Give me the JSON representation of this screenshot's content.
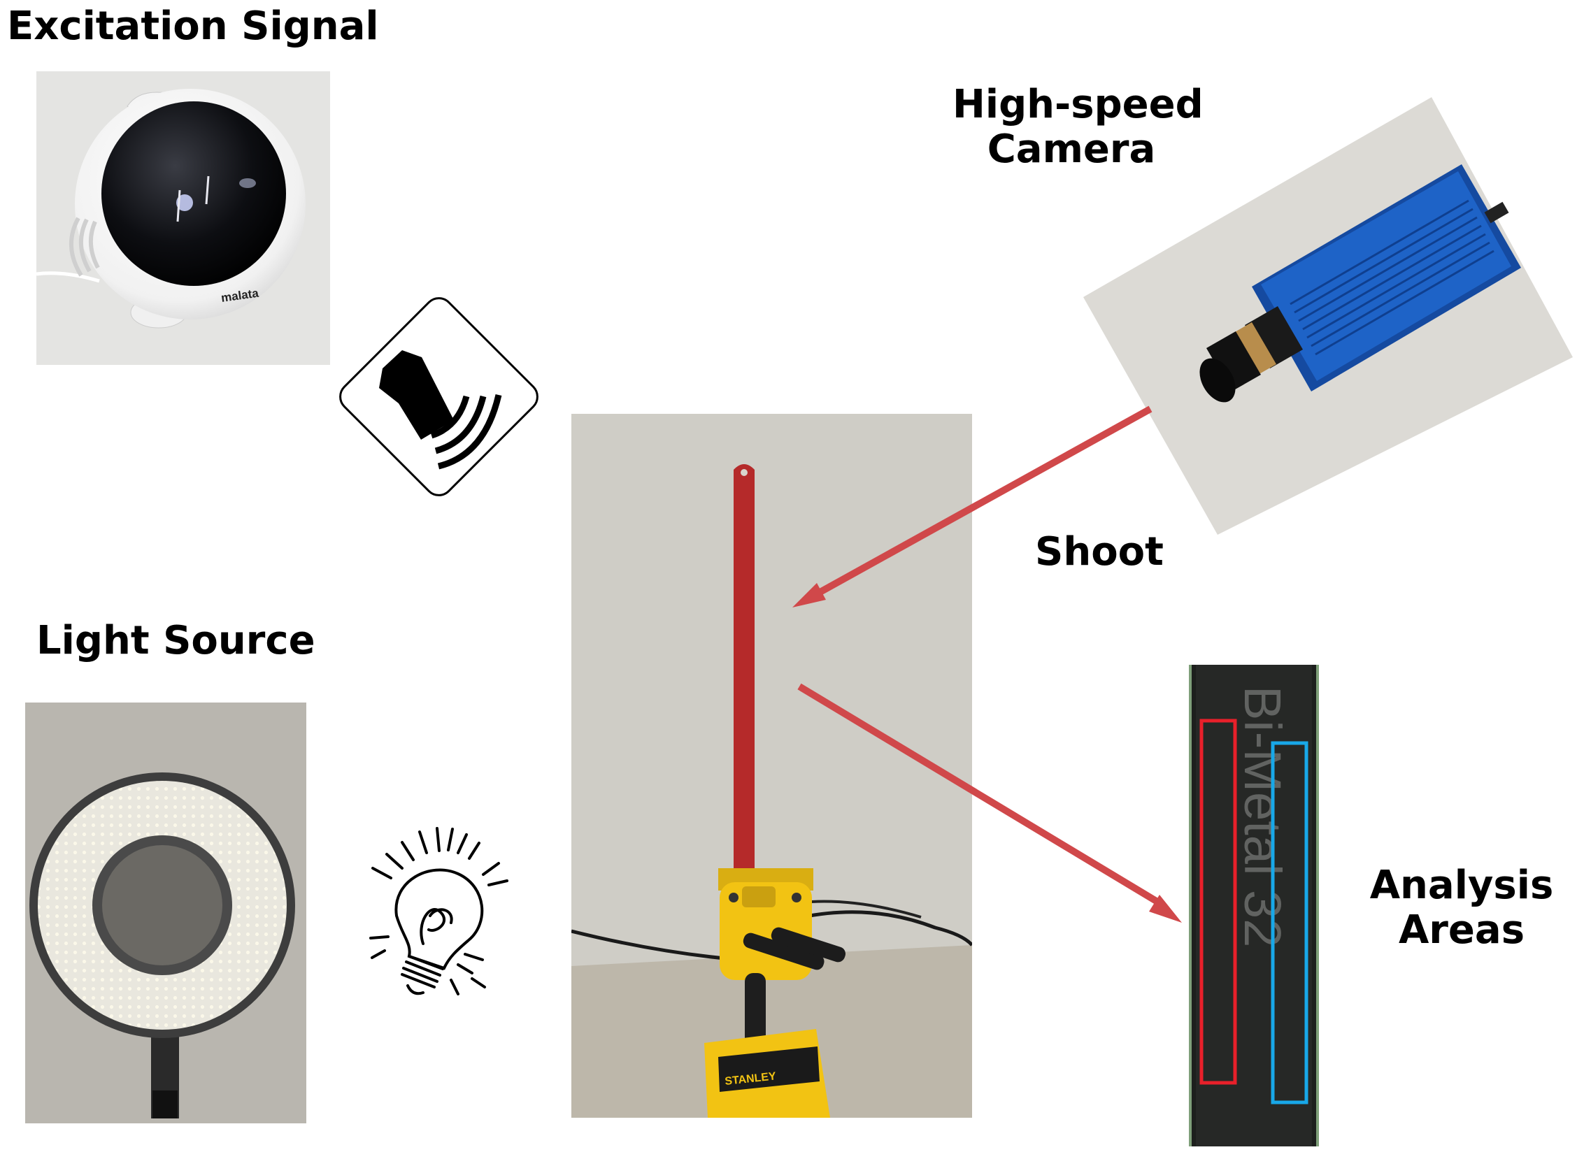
{
  "labels": {
    "excitation_signal": "Excitation Signal",
    "high_speed_camera_line1": "High-speed",
    "high_speed_camera_line2": "Camera",
    "shoot": "Shoot",
    "light_source": "Light Source",
    "analysis_areas_line1": "Analysis",
    "analysis_areas_line2": "Areas"
  },
  "speaker": {
    "brand": "malata"
  },
  "close_up": {
    "engraved_text": "Bi-Metal 32"
  },
  "clamp": {
    "brand": "STANLEY"
  },
  "colors": {
    "arrow": "#d0484a",
    "blade": "#b52a2a",
    "camera_body": "#1e63c7",
    "clamp": "#f2c313",
    "analysis_box_red": "#e8202a",
    "analysis_box_blue": "#18a8e8"
  },
  "icons": [
    "speaker-warning-icon",
    "light-bulb-icon"
  ]
}
